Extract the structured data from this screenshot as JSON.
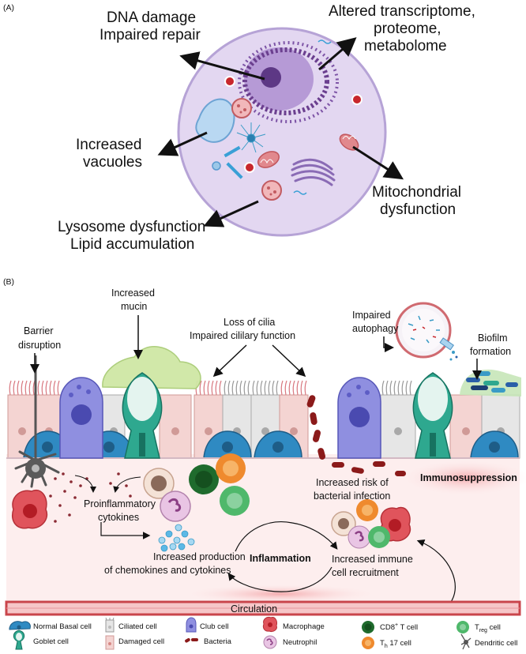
{
  "panel_a": {
    "label": "(A)",
    "dna": [
      "DNA damage",
      "Impaired repair"
    ],
    "omics": [
      "Altered transcriptome,",
      "proteome,",
      "metabolome"
    ],
    "vacuoles": [
      "Increased",
      "vacuoles"
    ],
    "lysosome": [
      "Lysosome dysfunction",
      "Lipid accumulation"
    ],
    "mito": [
      "Mitochondrial",
      "dysfunction"
    ]
  },
  "panel_b": {
    "label": "(B)",
    "barrier": [
      "Barrier",
      "disruption"
    ],
    "mucin": [
      "Increased",
      "mucin"
    ],
    "cilia": [
      "Loss of cilia",
      "Impaired cililary function"
    ],
    "autophagy": [
      "Impaired",
      "autophagy"
    ],
    "biofilm": [
      "Biofilm",
      "formation"
    ],
    "immunosuppression": "Immunosuppression",
    "bacterial_risk": [
      "Increased risk of",
      "bacterial infection"
    ],
    "cytokines": [
      "Proinflammatory",
      "cytokines"
    ],
    "chemokines": [
      "Increased production",
      "of chemokines and cytokines"
    ],
    "inflammation": "Inflammation",
    "recruitment": [
      "Increased immune",
      "cell recruitment"
    ],
    "circulation": "Circulation"
  },
  "legend": {
    "normal_basal": "Normal Basal cell",
    "goblet": "Goblet cell",
    "ciliated": "Ciliated cell",
    "damaged": "Damaged cell",
    "club": "Club cell",
    "bacteria": "Bacteria",
    "macrophage": "Macrophage",
    "neutrophil": "Neutrophil",
    "cd8_base": "CD8",
    "cd8_sup": "+",
    "cd8_tail": " T cell",
    "th17_base": "T",
    "th17_sub": "h",
    "th17_tail": " 17 cell",
    "treg_base": "T",
    "treg_sub": "reg",
    "treg_tail": " cell",
    "dendritic": "Dendritic cell"
  }
}
